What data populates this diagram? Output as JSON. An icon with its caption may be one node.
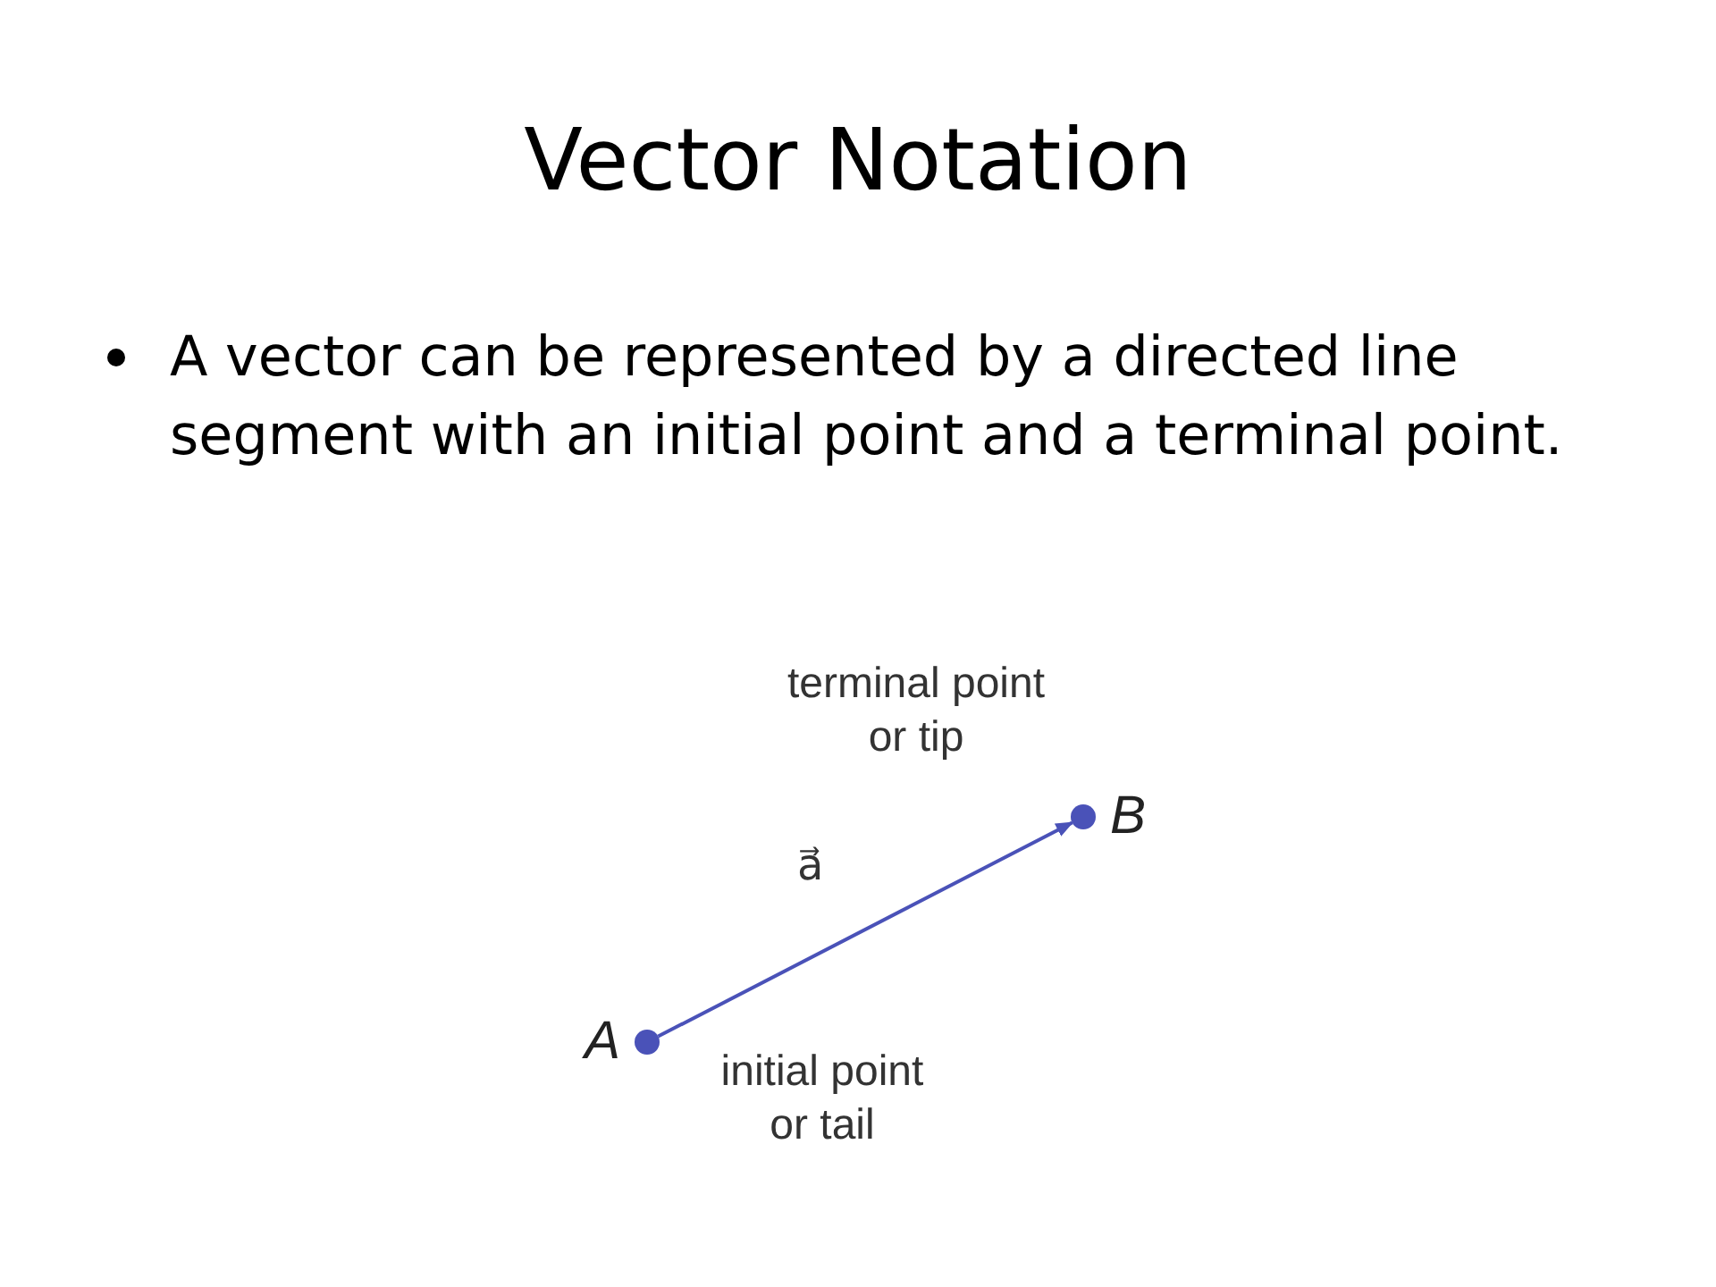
{
  "diagram": {
    "title": "Vector Notation",
    "nodes": [
      {
        "text": [
          "A"
        ],
        "beside": [
          "initial point or tail"
        ]
      },
      {
        "text": [
          "B"
        ],
        "beside": [
          "terminal point or tip"
        ]
      }
    ],
    "edges": [
      {
        "from": 0,
        "to": 1,
        "arrow": "to",
        "label": "a⃗"
      }
    ],
    "labels": [
      "A vector can be represented by a directed line segment with an initial point and a terminal point."
    ]
  }
}
